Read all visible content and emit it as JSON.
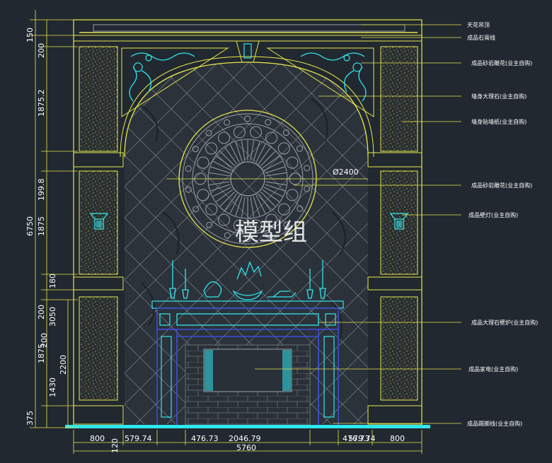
{
  "dimensions": {
    "top_dims": [
      "150",
      "200",
      "1875.2"
    ],
    "mid_dims": [
      "199.8",
      "1875",
      "180",
      "200",
      "200"
    ],
    "low_dims": [
      "1875",
      "1430",
      "375"
    ],
    "total_height": "6750",
    "height_2200": "2200",
    "height_3050": "3050",
    "bottom": [
      "800",
      "579.74",
      "476.73",
      "2046.79",
      "476.73",
      "579.74",
      "800"
    ],
    "bottom_total": "5760",
    "base_120": "120",
    "circle_dia": "Ø2400"
  },
  "annotations": [
    "天花吊顶",
    "成品石膏线",
    "成品砂岩雕花(业主自购)",
    "墙身大理石(业主自购)",
    "墙身贴墙纸(业主自购)",
    "成品砂岩雕花(业主自购)",
    "成品壁灯(业主自购)",
    "成品大理石壁炉(业主自购)",
    "成品家电(业主自购)",
    "成品踢脚线(业主自购)"
  ],
  "watermark": "模型组",
  "colors": {
    "background": "#212830",
    "yellow": "#e6e64a",
    "cyan": "#2fe6ee",
    "gray": "#9aa0a8",
    "blue": "#3a4ed8"
  }
}
